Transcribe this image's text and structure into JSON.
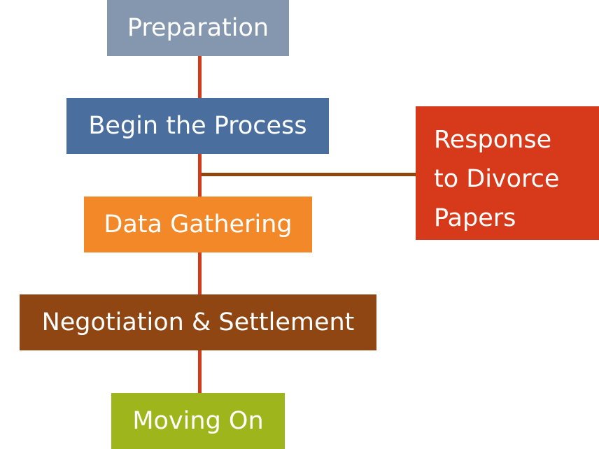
{
  "diagram": {
    "steps": [
      {
        "label": "Preparation",
        "color": "#8497ae"
      },
      {
        "label": "Begin the Process",
        "color": "#4a6f9e"
      },
      {
        "label": "Data Gathering",
        "color": "#f28827"
      },
      {
        "label": "Negotiation & Settlement",
        "color": "#8f4612"
      },
      {
        "label": "Moving On",
        "color": "#9eb61b"
      }
    ],
    "side_step": {
      "lines": [
        "Response",
        "to Divorce",
        "Papers"
      ],
      "color": "#d73a1b"
    },
    "connector_colors": {
      "main": "#d13a1c",
      "branch": "#8f4612"
    }
  }
}
